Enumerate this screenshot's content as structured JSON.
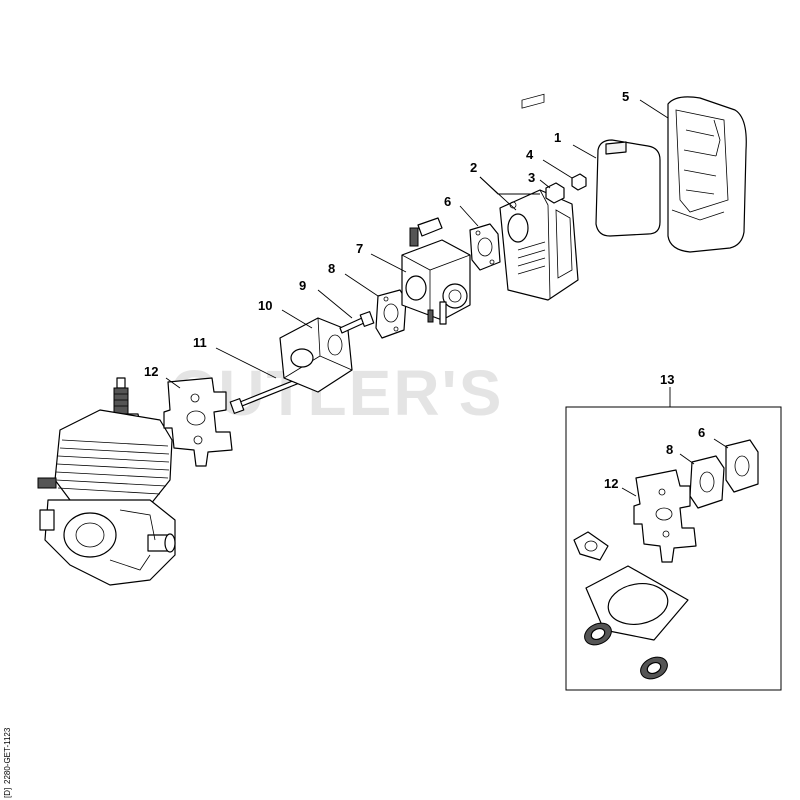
{
  "watermark": "CUTLER'S",
  "reference_code": "2280-GET-1123",
  "reference_tag": "[D]",
  "callouts": {
    "c1": "1",
    "c2": "2",
    "c3": "3",
    "c4": "4",
    "c5": "5",
    "c6": "6",
    "c7": "7",
    "c8": "8",
    "c9": "9",
    "c10": "10",
    "c11": "11",
    "c12": "12",
    "c13": "13",
    "kit_c6": "6",
    "kit_c8": "8",
    "kit_c12": "12"
  }
}
